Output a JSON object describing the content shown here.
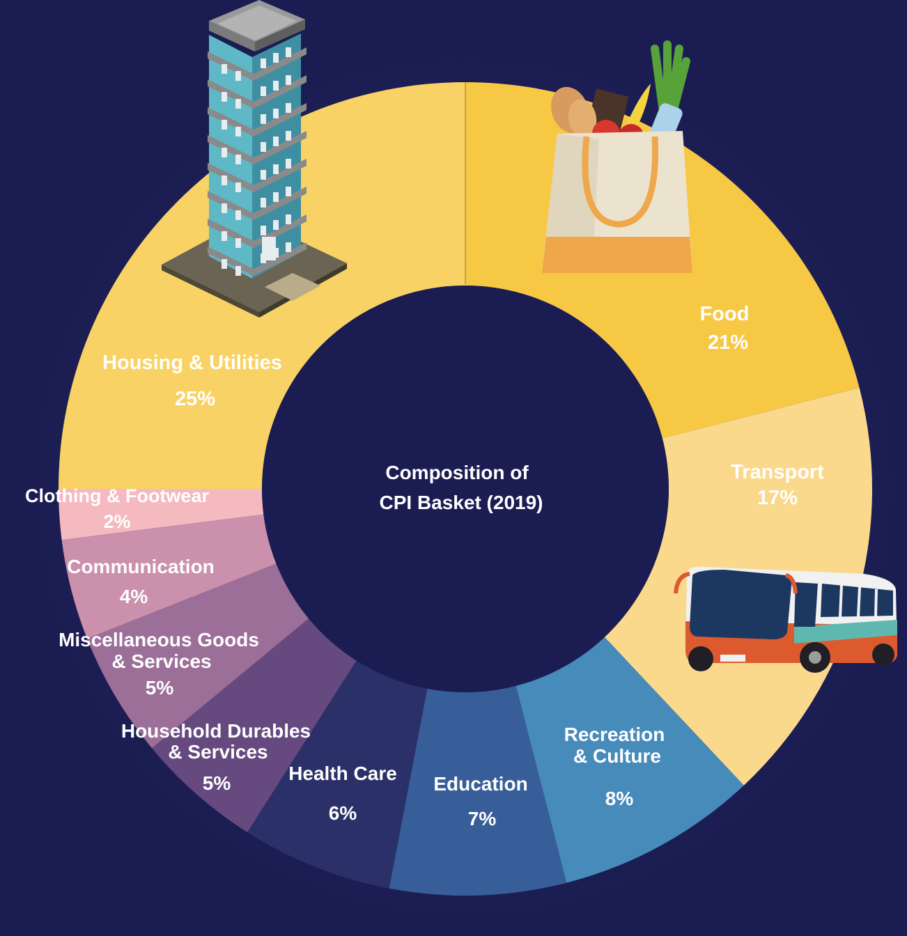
{
  "chart_data": {
    "type": "pie",
    "title": "Composition of CPI Basket (2019)",
    "title_lines": [
      "Composition of",
      "CPI Basket (2019)"
    ],
    "unit": "%",
    "slices": [
      {
        "key": "food",
        "label_lines": [
          "Food"
        ],
        "value": 21,
        "value_text": "21%",
        "color": "#f7c844"
      },
      {
        "key": "transport",
        "label_lines": [
          "Transport"
        ],
        "value": 17,
        "value_text": "17%",
        "color": "#fad98c"
      },
      {
        "key": "recreation",
        "label_lines": [
          "Recreation",
          "& Culture"
        ],
        "value": 8,
        "value_text": "8%",
        "color": "#478bbb"
      },
      {
        "key": "education",
        "label_lines": [
          "Education"
        ],
        "value": 7,
        "value_text": "7%",
        "color": "#375e98"
      },
      {
        "key": "health",
        "label_lines": [
          "Health Care"
        ],
        "value": 6,
        "value_text": "6%",
        "color": "#2b3068"
      },
      {
        "key": "household",
        "label_lines": [
          "Household Durables",
          "& Services"
        ],
        "value": 5,
        "value_text": "5%",
        "color": "#664a7f"
      },
      {
        "key": "misc",
        "label_lines": [
          "Miscellaneous Goods",
          "& Services"
        ],
        "value": 5,
        "value_text": "5%",
        "color": "#9c6f98"
      },
      {
        "key": "communication",
        "label_lines": [
          "Communication"
        ],
        "value": 4,
        "value_text": "4%",
        "color": "#cb90ab"
      },
      {
        "key": "clothing",
        "label_lines": [
          "Clothing & Footwear"
        ],
        "value": 2,
        "value_text": "2%",
        "color": "#f5b9c0"
      },
      {
        "key": "housing",
        "label_lines": [
          "Housing & Utilities"
        ],
        "value": 25,
        "value_text": "25%",
        "color": "#f8d264"
      }
    ],
    "icons": [
      "office-building-icon",
      "grocery-bag-icon",
      "bus-icon"
    ]
  }
}
